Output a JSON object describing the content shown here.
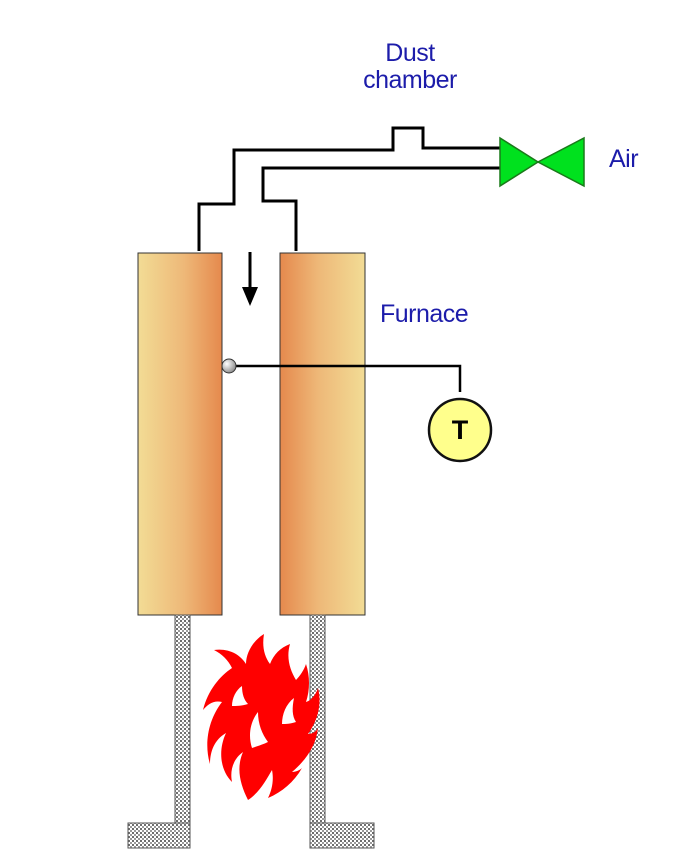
{
  "labels": {
    "dust_line1": "Dust",
    "dust_line2": "chamber",
    "air": "Air",
    "furnace": "Furnace",
    "gauge": "T"
  },
  "colors": {
    "label_text": "#1c1caa",
    "valve": "#00e11e",
    "furnace_light": "#f2dc95",
    "furnace_dark": "#e5894d",
    "gauge_fill": "#ffff8c",
    "flame": "#ff0000"
  },
  "icons": {
    "valve": "valve-icon",
    "flame": "flame-icon",
    "gauge": "thermometer-gauge-icon",
    "arrow": "arrow-down-icon"
  }
}
